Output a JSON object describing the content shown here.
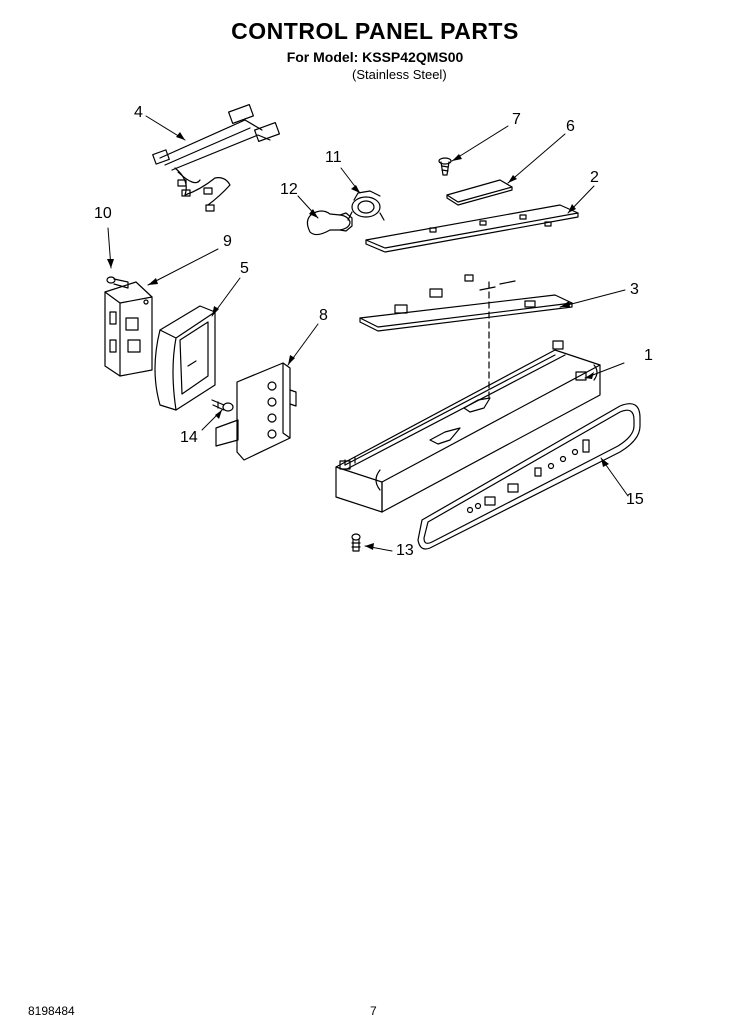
{
  "header": {
    "title": "CONTROL PANEL PARTS",
    "model_line": "For Model: KSSP42QMS00",
    "finish_line": "(Stainless Steel)"
  },
  "callouts": [
    "1",
    "2",
    "3",
    "4",
    "5",
    "6",
    "7",
    "8",
    "9",
    "10",
    "11",
    "12",
    "13",
    "14",
    "15"
  ],
  "footer": {
    "doc_number": "8198484",
    "page_number": "7"
  }
}
